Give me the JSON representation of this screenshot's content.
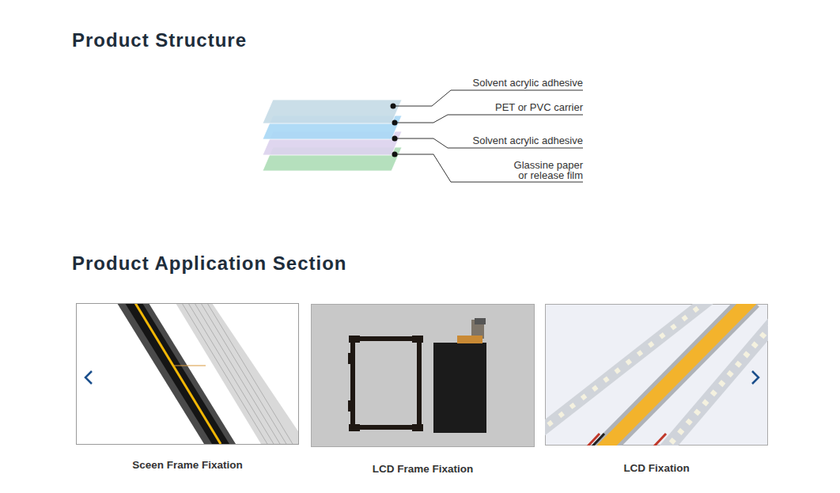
{
  "diagram": {
    "title": "Product Structure",
    "nodes": [
      {
        "text": [
          "Sceen Frame Fixation"
        ]
      },
      {
        "text": [
          "LCD Frame Fixation"
        ]
      },
      {
        "text": [
          "LCD Fixation"
        ]
      }
    ],
    "labels": [
      "Solvent acrylic adhesive",
      "PET or PVC carrier",
      "Solvent acrylic adhesive",
      "Glassine paper or release film",
      "Product Application Section"
    ]
  }
}
